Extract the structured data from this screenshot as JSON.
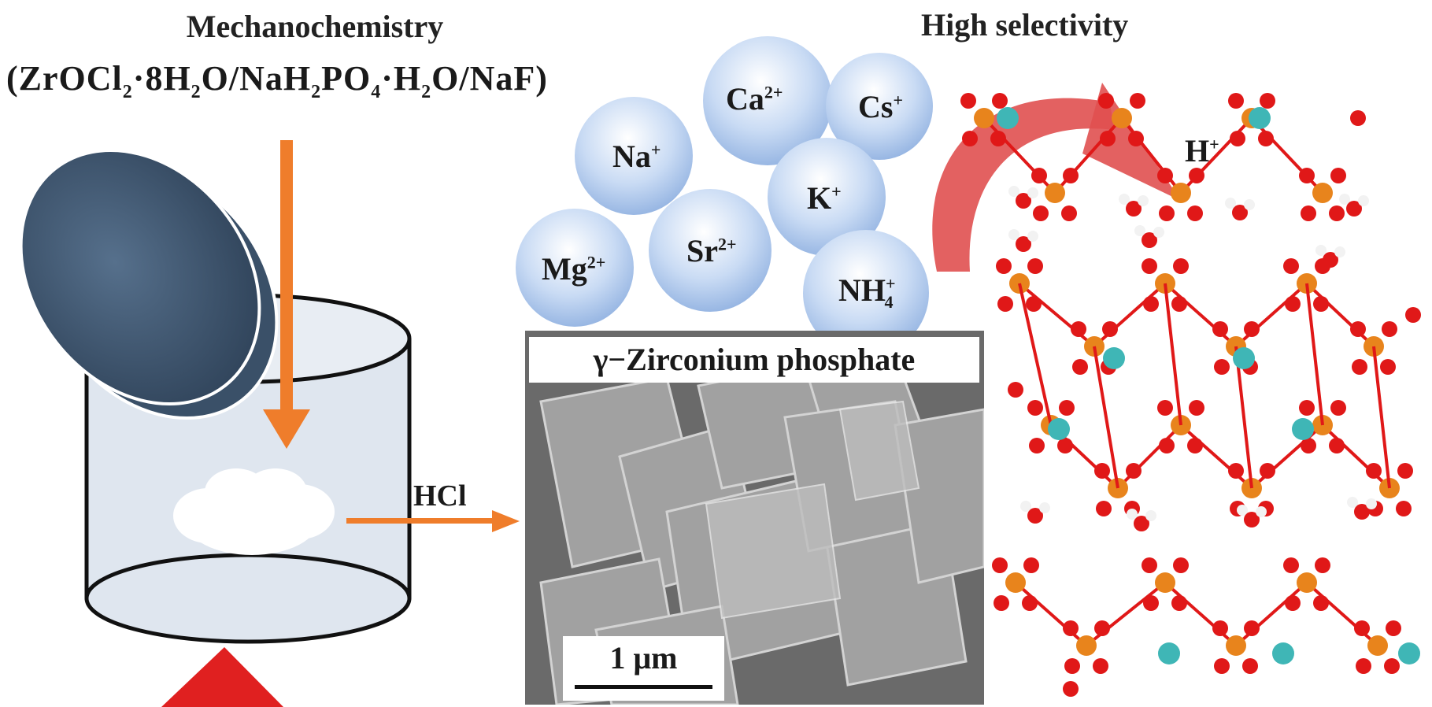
{
  "left_panel": {
    "title": "Mechanochemistry",
    "formula": {
      "open": "(ZrOCl",
      "s1": "2",
      "t1": "·8H",
      "s2": "2",
      "t2": "O/NaH",
      "s3": "2",
      "t3": "PO",
      "s4": "4",
      "t4": "·H",
      "s5": "2",
      "t5": "O/NaF)"
    },
    "reagent_label": "HCl"
  },
  "ions": [
    {
      "base": "Na",
      "sup": "+"
    },
    {
      "base": "Ca",
      "sup": "2+"
    },
    {
      "base": "Cs",
      "sup": "+"
    },
    {
      "base": "K",
      "sup": "+"
    },
    {
      "base": "Mg",
      "sup": "2+"
    },
    {
      "base": "Sr",
      "sup": "2+"
    },
    {
      "base": "NH",
      "sub": "4",
      "sup": "+"
    }
  ],
  "right_panel": {
    "title": "High selectivity",
    "proton": {
      "base": "H",
      "sup": "+"
    }
  },
  "sem": {
    "label": "γ−Zirconium phosphate",
    "scale_label": "1 μm"
  },
  "colors": {
    "arrow_orange": "#ef7d2b",
    "arrow_red": "#e05050",
    "oxygen": "#e01818",
    "phosphorus": "#e8841c",
    "zirconium": "#3fb6b6",
    "hydrogen": "#f2f2f2",
    "ion_sphere": "#a9c4ea",
    "triangle_red": "#e02020",
    "lid_dark": "#3d5570"
  }
}
